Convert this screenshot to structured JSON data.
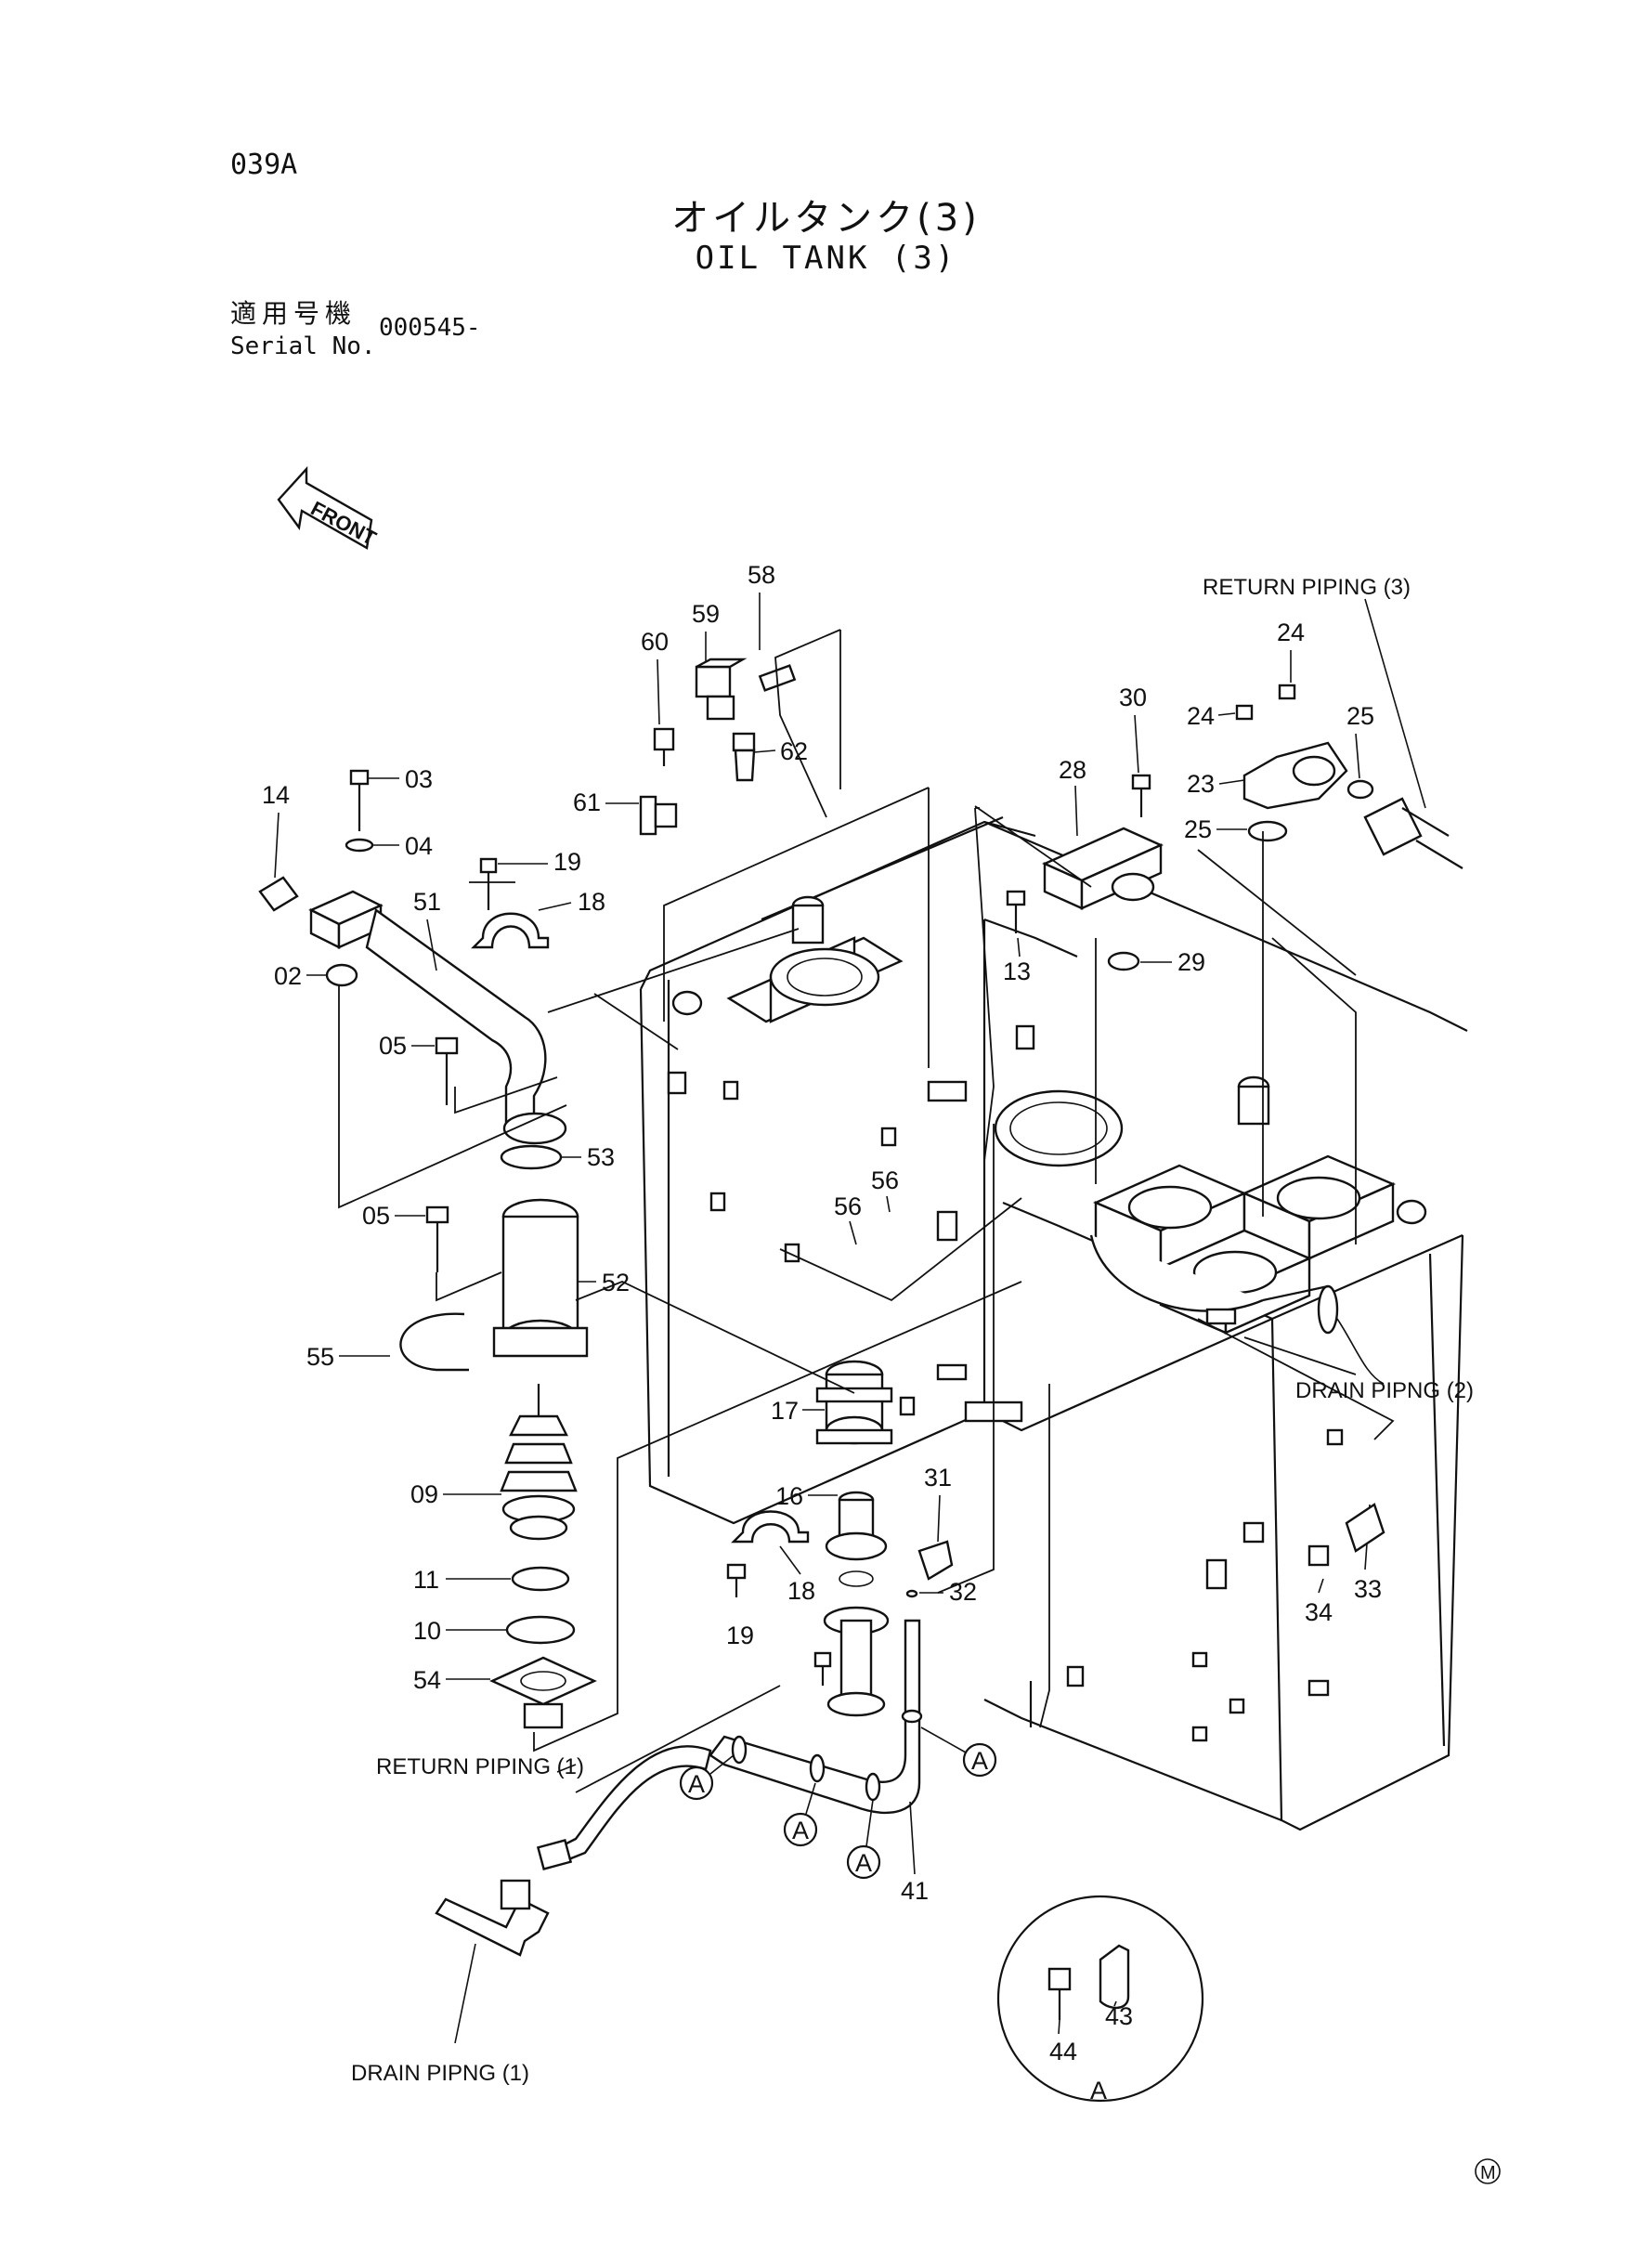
{
  "header": {
    "page_code": "039A",
    "title_jp": "オイルタンク(3)",
    "title_en": "OIL TANK (3)",
    "serial_label_jp": "適用号機",
    "serial_label_en": "Serial No.",
    "serial_value": "000545-"
  },
  "front_marker": "FRONT",
  "captions": {
    "return_piping_3": "RETURN PIPING (3)",
    "return_piping_1": "RETURN PIPING (1)",
    "drain_piping_2": "DRAIN PIPNG (2)",
    "drain_piping_1": "DRAIN PIPNG (1)"
  },
  "part_labels": [
    "58",
    "59",
    "60",
    "62",
    "61",
    "14",
    "03",
    "04",
    "19",
    "18",
    "51",
    "02",
    "05",
    "53",
    "05",
    "52",
    "55",
    "09",
    "11",
    "10",
    "54",
    "17",
    "16",
    "19",
    "18",
    "31",
    "32",
    "56",
    "56",
    "28",
    "30",
    "13",
    "29",
    "24",
    "24",
    "23",
    "25",
    "25",
    "33",
    "34",
    "41",
    "A",
    "A",
    "A",
    "A",
    "44",
    "43",
    "A"
  ],
  "detail_view_label": "A",
  "corner_mark": "M"
}
